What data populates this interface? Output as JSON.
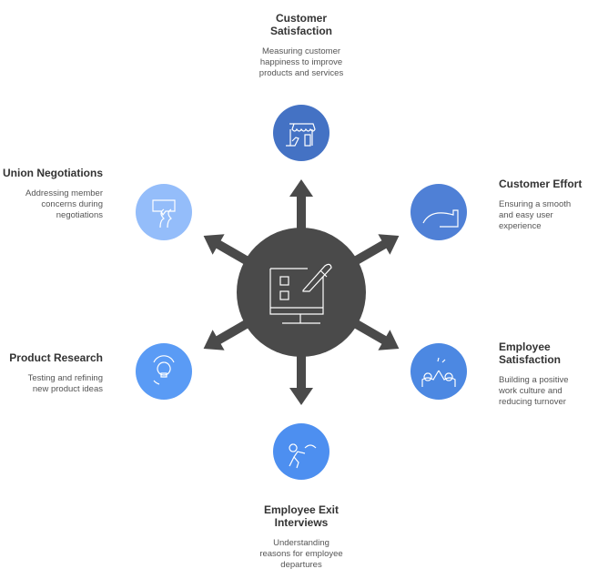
{
  "center": {
    "icon": "monitor-checklist-pencil-icon",
    "color": "#4a4a4a"
  },
  "nodes": [
    {
      "title": "Customer Satisfaction",
      "title_lines": [
        "Customer",
        "Satisfaction"
      ],
      "description": "Measuring customer happiness to improve products and services",
      "icon": "storefront-thumbs-up-icon",
      "color": "#4472c4"
    },
    {
      "title": "Customer Effort",
      "title_lines": [
        "Customer Effort",
        ""
      ],
      "description": "Ensuring a smooth and easy user experience",
      "icon": "redo-arrow-icon",
      "color": "#4f80d6"
    },
    {
      "title": "Employee Satisfaction",
      "title_lines": [
        "Employee",
        "Satisfaction"
      ],
      "description": "Building a positive work culture and reducing turnover",
      "icon": "high-five-icon",
      "color": "#4c88e2"
    },
    {
      "title": "Employee Exit Interviews",
      "title_lines": [
        "Employee Exit",
        "Interviews"
      ],
      "description": "Understanding reasons for employee departures",
      "icon": "person-exiting-icon",
      "color": "#4d8ff0"
    },
    {
      "title": "Product Research",
      "title_lines": [
        "Product Research",
        ""
      ],
      "description": "Testing and refining new product ideas",
      "icon": "gear-lightbulb-icon",
      "color": "#5a9bf5"
    },
    {
      "title": "Union Negotiations",
      "title_lines": [
        "Union Negotiations",
        ""
      ],
      "description": "Addressing member concerns during negotiations",
      "icon": "people-money-speech-icon",
      "color": "#94bdfa"
    }
  ]
}
